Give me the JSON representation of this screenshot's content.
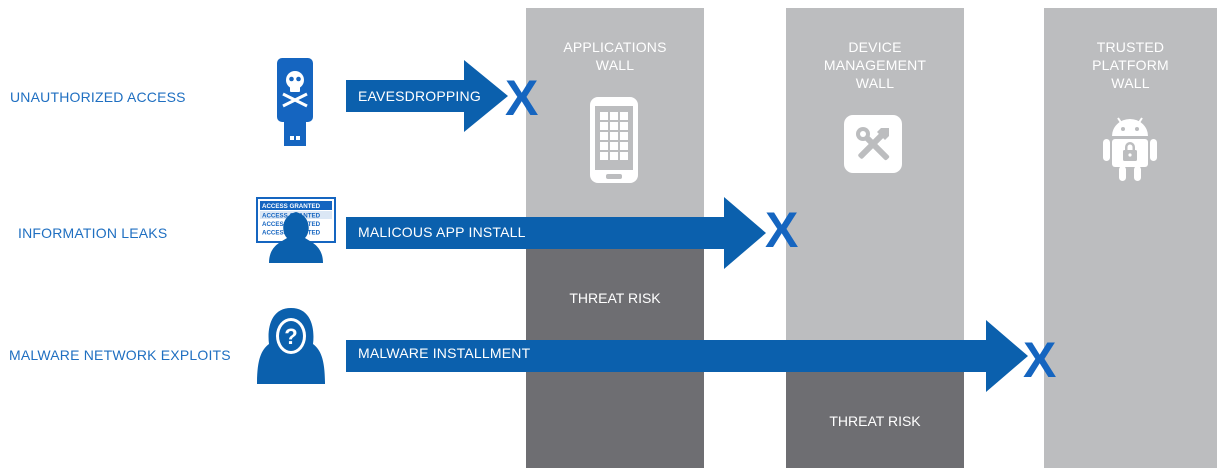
{
  "colors": {
    "arrow": "#0b60ad",
    "x_mark": "#1565c0",
    "threat_text": "#1f6fc1",
    "wall_light": "#bcbdbf",
    "wall_dark": "#6e6e72"
  },
  "walls": [
    {
      "lines": [
        "APPLICATIONS",
        "WALL"
      ],
      "icon": "smartphone-icon",
      "risk_label": "THREAT RISK"
    },
    {
      "lines": [
        "DEVICE",
        "MANAGEMENT",
        "WALL"
      ],
      "icon": "tools-icon",
      "risk_label": "THREAT RISK"
    },
    {
      "lines": [
        "TRUSTED",
        "PLATFORM",
        "WALL"
      ],
      "icon": "android-lock-icon"
    }
  ],
  "threats": [
    {
      "label": "UNAUTHORIZED ACCESS",
      "icon": "skull-usb-icon",
      "attack": "EAVESDROPPING",
      "blocked_mark": "X"
    },
    {
      "label": "INFORMATION LEAKS",
      "icon": "hacker-access-granted-icon",
      "icon_text": "ACCESS GRANTED",
      "attack": "MALICOUS APP INSTALL",
      "blocked_mark": "X"
    },
    {
      "label": "MALWARE NETWORK EXPLOITS",
      "icon": "hooded-hacker-question-icon",
      "attack": "MALWARE INSTALLMENT",
      "blocked_mark": "X"
    }
  ]
}
